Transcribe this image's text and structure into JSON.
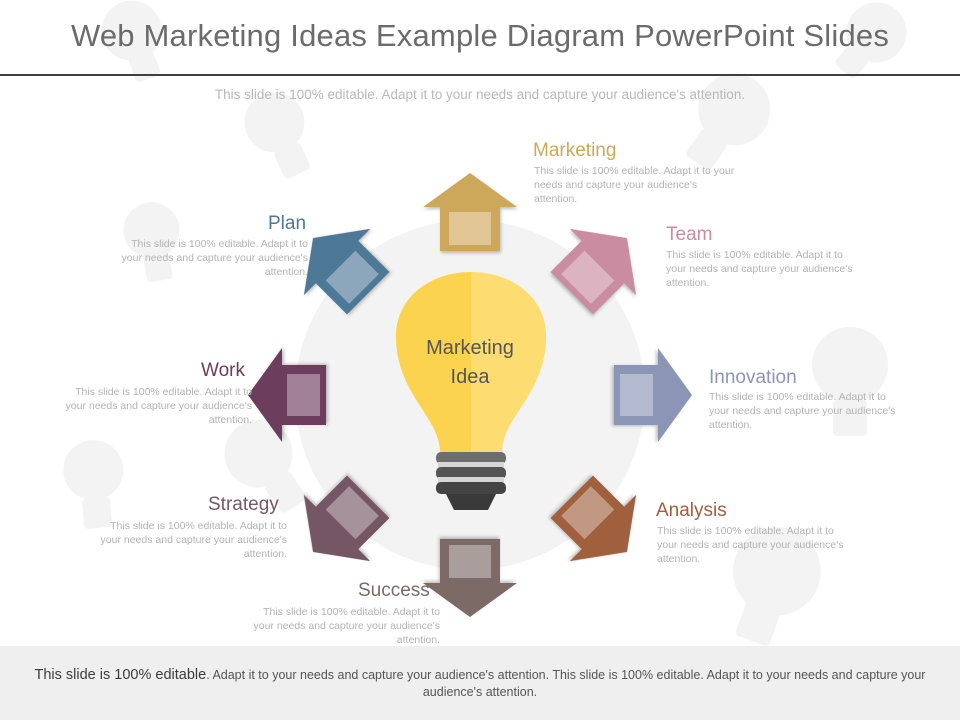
{
  "title": "Web Marketing Ideas Example Diagram PowerPoint Slides",
  "subtitle": "This slide is 100% editable. Adapt it to your needs and capture your audience's attention.",
  "center": {
    "line1": "Marketing",
    "line2": "Idea"
  },
  "items": [
    {
      "label": "Marketing",
      "desc": "This slide is 100% editable. Adapt it to your needs and capture your audience's attention.",
      "color": "#cda85a"
    },
    {
      "label": "Team",
      "desc": "This slide is 100% editable. Adapt it to your needs and capture your audience's attention.",
      "color": "#c98ca0"
    },
    {
      "label": "Innovation",
      "desc": "This slide is 100% editable. Adapt it to your needs and capture your audience's attention.",
      "color": "#8b96b6"
    },
    {
      "label": "Analysis",
      "desc": "This slide is 100% editable. Adapt it to your needs and capture your audience's attention.",
      "color": "#a0603e"
    },
    {
      "label": "Success",
      "desc": "This slide is 100% editable. Adapt it to your needs and capture your audience's attention.",
      "color": "#7b6a66"
    },
    {
      "label": "Strategy",
      "desc": "This slide is 100% editable. Adapt it to your needs and capture your audience's attention.",
      "color": "#755765"
    },
    {
      "label": "Work",
      "desc": "This slide is 100% editable. Adapt it to your needs and capture your audience's attention.",
      "color": "#6d3c5d"
    },
    {
      "label": "Plan",
      "desc": "This slide is 100% editable. Adapt it to your needs and capture your audience's attention.",
      "color": "#4e7896"
    }
  ],
  "footer": {
    "lead": "This slide is 100% editable",
    "text": ". Adapt it to your needs and capture your audience's attention. This slide is 100% editable. Adapt it to your needs and capture your audience's attention."
  },
  "colors": {
    "bulb": "#fcd34f",
    "bulb_highlight": "#fde68f",
    "title_text": "#6b6b6b",
    "watermark": "#f2f2f2"
  },
  "icons": [
    "lightbulb-watermark-icon",
    "lightbulb-icon",
    "arrow-icon"
  ]
}
